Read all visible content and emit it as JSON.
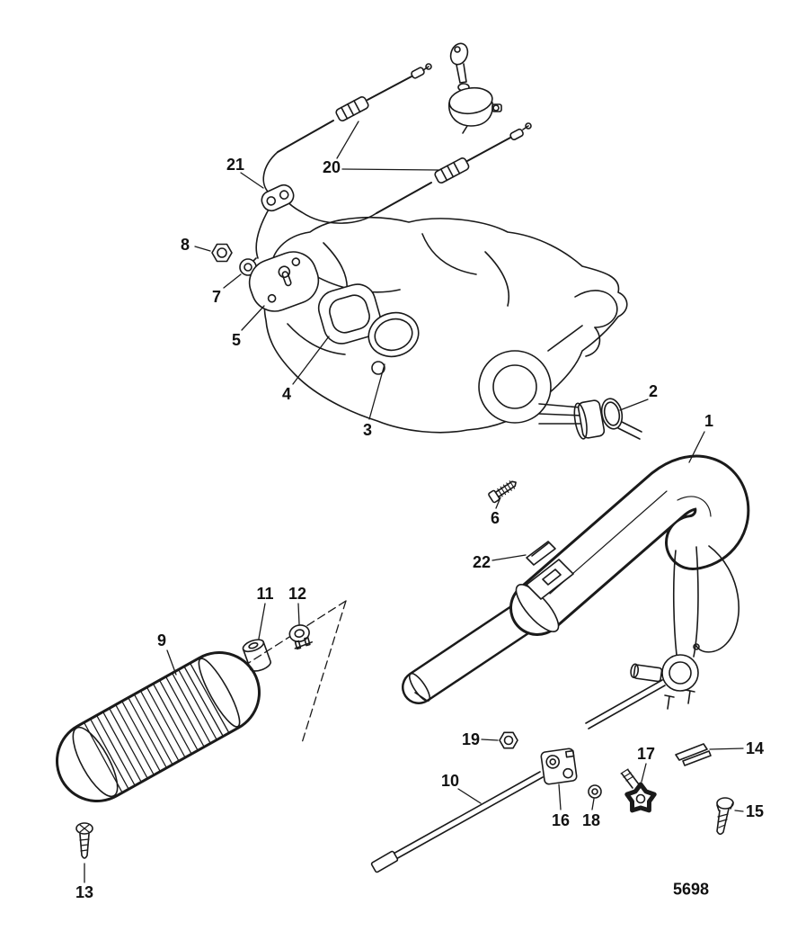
{
  "figure_number": "5698",
  "colors": {
    "line": "#1a1a1a",
    "background": "#ffffff"
  },
  "callouts": [
    {
      "label": "1"
    },
    {
      "label": "2"
    },
    {
      "label": "3"
    },
    {
      "label": "4"
    },
    {
      "label": "5"
    },
    {
      "label": "6"
    },
    {
      "label": "7"
    },
    {
      "label": "8"
    },
    {
      "label": "9"
    },
    {
      "label": "10"
    },
    {
      "label": "11"
    },
    {
      "label": "12"
    },
    {
      "label": "13"
    },
    {
      "label": "14"
    },
    {
      "label": "15"
    },
    {
      "label": "16"
    },
    {
      "label": "17"
    },
    {
      "label": "18"
    },
    {
      "label": "19"
    },
    {
      "label": "20"
    },
    {
      "label": "21"
    },
    {
      "label": "22"
    }
  ]
}
